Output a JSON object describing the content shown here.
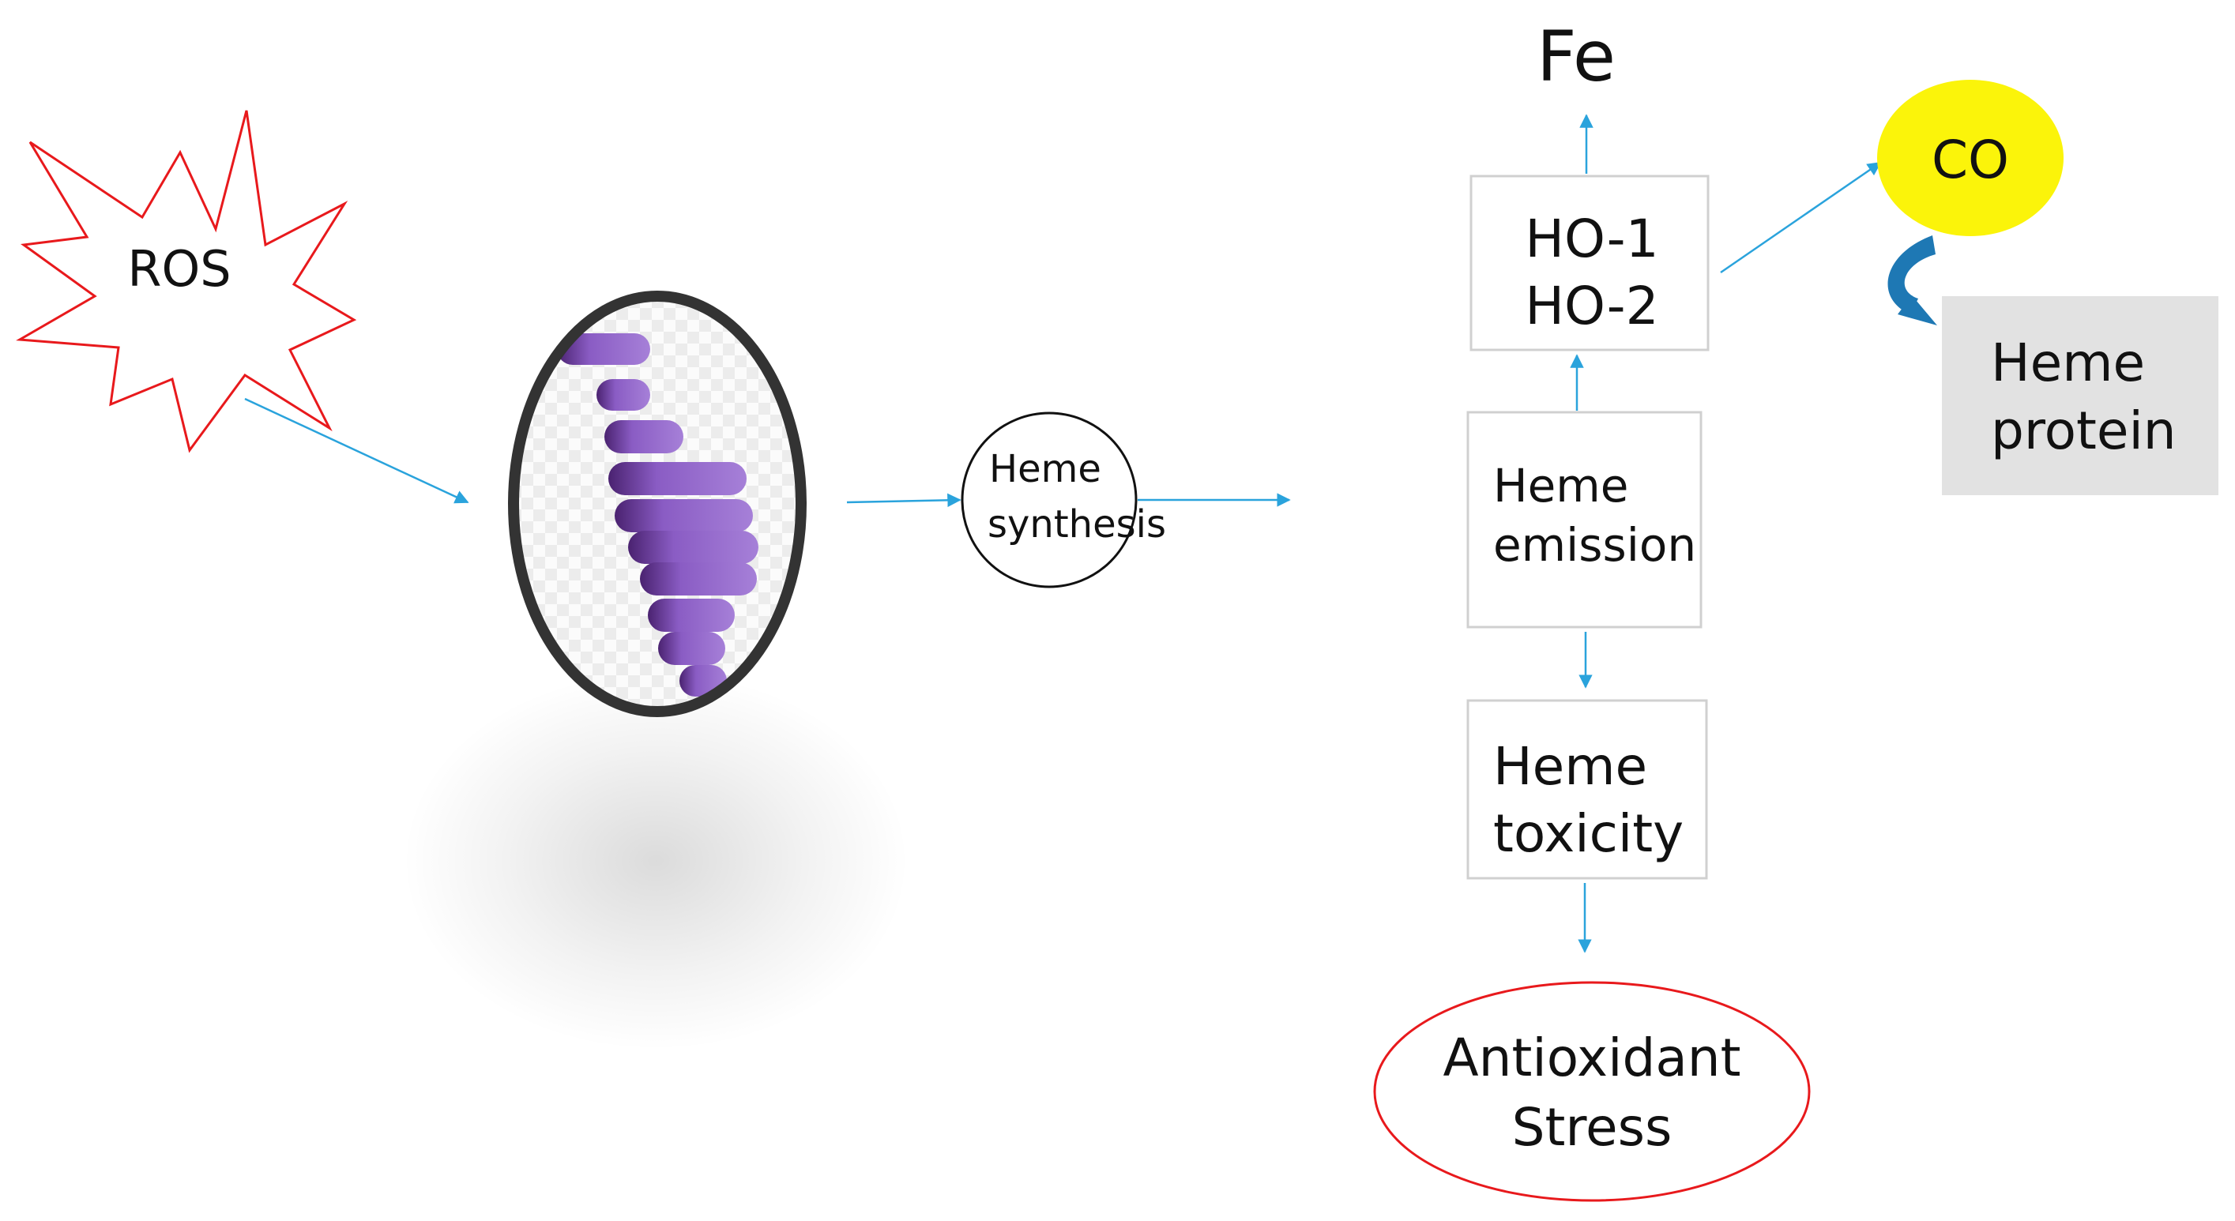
{
  "nodes": {
    "ros": {
      "label": "ROS"
    },
    "heme_synthesis": {
      "line1": "Heme",
      "line2": "synthesis"
    },
    "fe": {
      "label": "Fe"
    },
    "ho": {
      "line1": "HO-1",
      "line2": "HO-2"
    },
    "co": {
      "label": "CO"
    },
    "heme_protein": {
      "line1": "Heme",
      "line2": "protein"
    },
    "heme_emission": {
      "line1": "Heme",
      "line2": "emission"
    },
    "heme_toxicity": {
      "line1": "Heme",
      "line2": "toxicity"
    },
    "antioxidant_stress": {
      "line1": "Antioxidant",
      "line2": "Stress"
    }
  },
  "colors": {
    "arrow": "#2aa3dc",
    "ros_outline": "#e8191c",
    "co_fill": "#fbf40a",
    "protein_fill": "#e2e2e2",
    "box_border": "#d0d0d0",
    "ellipse_outline": "#e8191c",
    "mito_outline": "#333333",
    "mito_cristae": "#8a5cc4",
    "curved_arrow": "#1e78b4"
  },
  "icons": {
    "mitochondrion": "mitochondrion-icon",
    "curved_arrow": "curved-arrow-icon"
  }
}
